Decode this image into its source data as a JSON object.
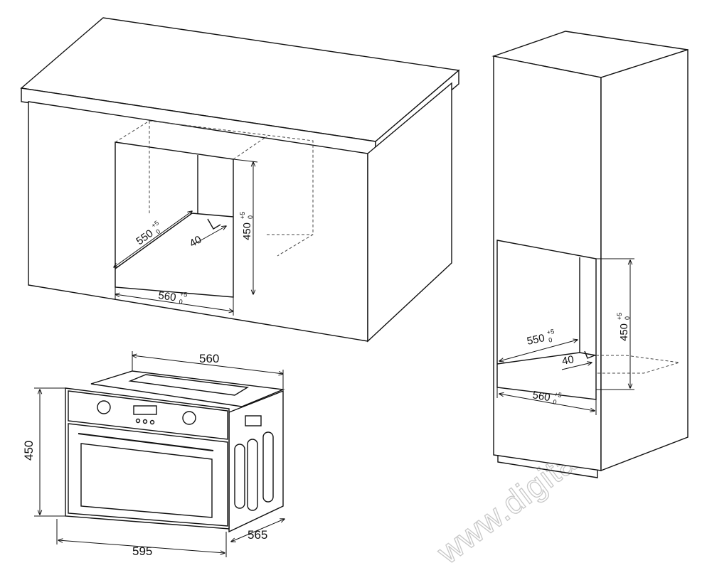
{
  "left_cabinet": {
    "depth_dim": "550",
    "gap_dim": "40",
    "height_dim": "450",
    "width_dim": "560",
    "tolerance_upper": "+5",
    "tolerance_lower": "0"
  },
  "right_cabinet": {
    "depth_dim": "550",
    "gap_dim": "40",
    "height_dim": "450",
    "width_dim": "560",
    "tolerance_upper": "+5",
    "tolerance_lower": "0"
  },
  "oven": {
    "top_width": "560",
    "height": "450",
    "front_width": "595",
    "depth": "565"
  },
  "watermark": "www.digitalko.hu"
}
